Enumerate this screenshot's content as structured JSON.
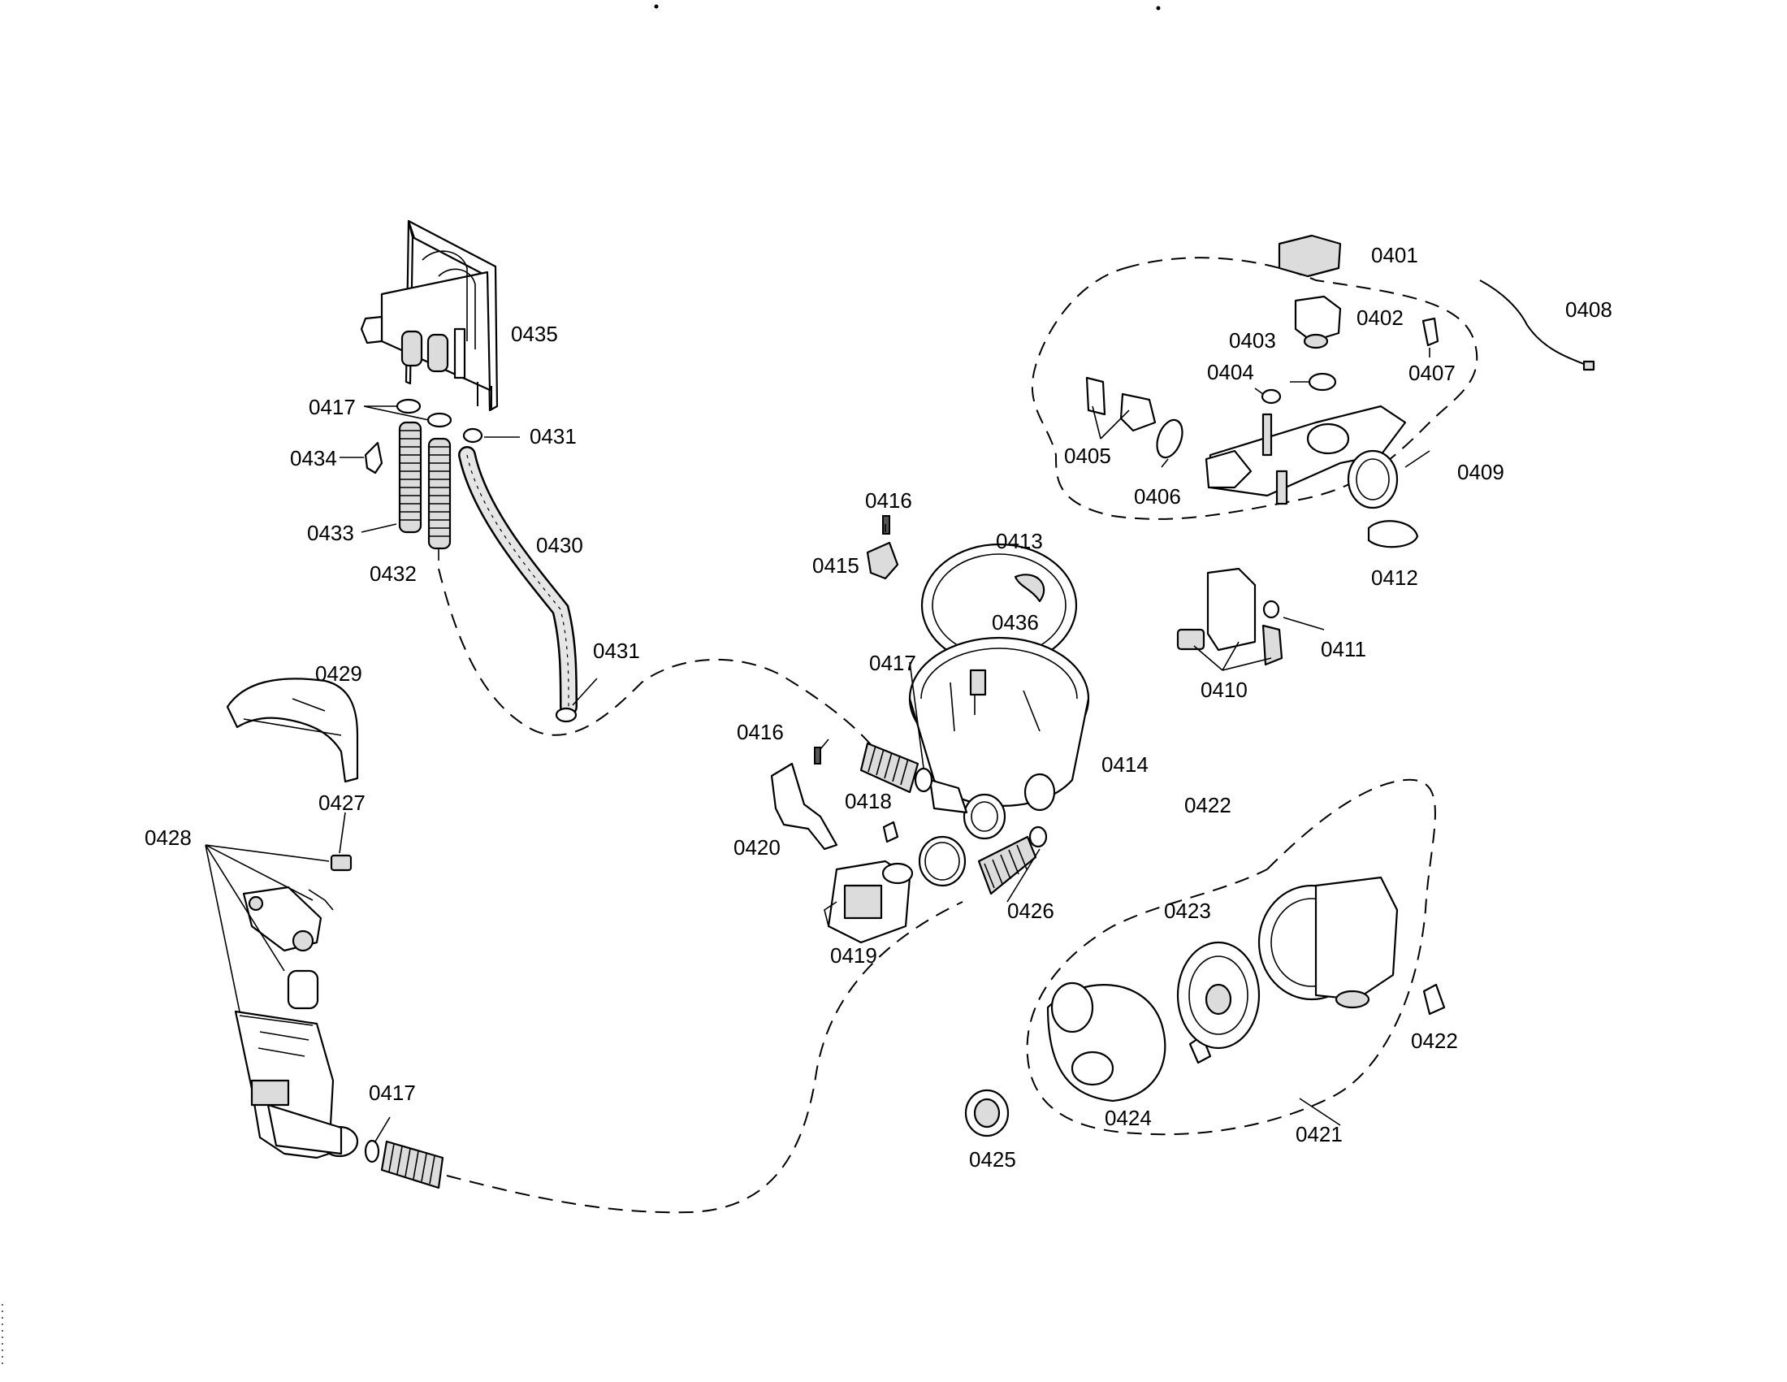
{
  "diagram": {
    "labels": {
      "p0401": "0401",
      "p0402": "0402",
      "p0403": "0403",
      "p0404": "0404",
      "p0405": "0405",
      "p0406": "0406",
      "p0407": "0407",
      "p0408": "0408",
      "p0409": "0409",
      "p0410": "0410",
      "p0411": "0411",
      "p0412": "0412",
      "p0413": "0413",
      "p0414": "0414",
      "p0415": "0415",
      "p0416a": "0416",
      "p0416b": "0416",
      "p0417a": "0417",
      "p0417b": "0417",
      "p0417c": "0417",
      "p0418": "0418",
      "p0419": "0419",
      "p0420": "0420",
      "p0421": "0421",
      "p0422a": "0422",
      "p0422b": "0422",
      "p0423": "0423",
      "p0424": "0424",
      "p0425": "0425",
      "p0426": "0426",
      "p0427": "0427",
      "p0428": "0428",
      "p0429": "0429",
      "p0430": "0430",
      "p0431a": "0431",
      "p0431b": "0431",
      "p0432": "0432",
      "p0433": "0433",
      "p0434": "0434",
      "p0435": "0435",
      "p0436": "0436"
    }
  }
}
